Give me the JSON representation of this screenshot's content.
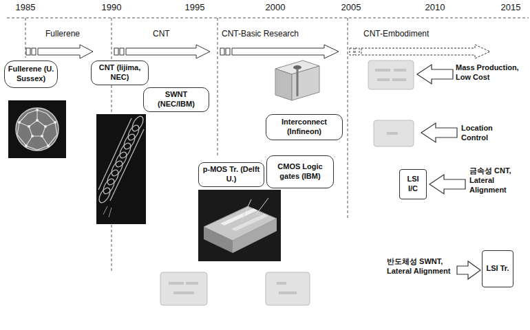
{
  "diagram": {
    "nodes": [
      {
        "text": [
          "Fullerene (U. Sussex)"
        ]
      },
      {
        "text": [
          "CNT (Iijima, NEC)"
        ]
      },
      {
        "text": [
          "SWNT (NEC/IBM)"
        ]
      },
      {
        "text": [
          "Interconnect (Infineon)"
        ]
      },
      {
        "text": [
          "p-MOS Tr. (Delft U.)"
        ]
      },
      {
        "text": [
          "CMOS Logic gates (IBM)"
        ]
      },
      {
        "text": [
          "LSI I/C"
        ]
      },
      {
        "text": [
          "LSI Tr."
        ]
      }
    ],
    "labels": [
      "1985",
      "1990",
      "1995",
      "2000",
      "2005",
      "2010",
      "2015",
      "Fullerene",
      "CNT",
      "CNT-Basic Research",
      "CNT-Embodiment",
      "Mass Production, Low Cost",
      "Location Control",
      "금속성 CNT, Lateral Alignment",
      "반도체성 SWNT, Lateral Alignment"
    ]
  }
}
